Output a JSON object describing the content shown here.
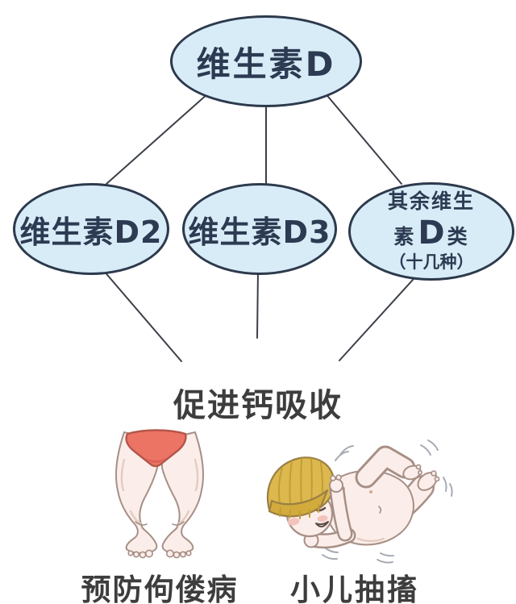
{
  "nodes": {
    "root": {
      "label": "维生素D"
    },
    "d2": {
      "label": "维生素D2"
    },
    "d3": {
      "label": "维生素D3"
    },
    "other": {
      "line1": "其余维生",
      "line2_pre": "素",
      "line2_big": "D",
      "line2_post": "类",
      "line3": "（十几种）"
    }
  },
  "captions": {
    "effect": "促进钙吸收",
    "left": "预防佝偻病",
    "right": "小儿抽搐"
  },
  "colors": {
    "node-fill": "#d8ecf7",
    "node-stroke": "#2d3a4d",
    "node-text": "#2c3a52",
    "line": "#3b4048",
    "caption-text": "#3d3d3d",
    "briefs-red": "#ec7465",
    "skin": "#fbeeea",
    "skin-outline": "#a78f86",
    "hat-yellow": "#dcb84f"
  }
}
